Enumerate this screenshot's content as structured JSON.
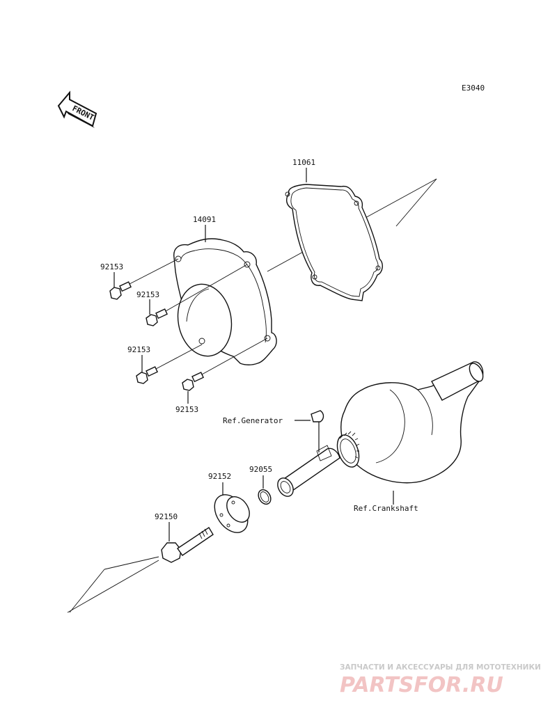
{
  "diagram": {
    "code": "E3040",
    "front_marker": "FRONT",
    "parts": {
      "gasket": "11061",
      "cover": "14091",
      "bolt_a": "92153",
      "bolt_b": "92153",
      "bolt_c": "92153",
      "bolt_d": "92153",
      "oring": "92055",
      "washer": "92152",
      "rotor_bolt": "92150"
    },
    "refs": {
      "generator": "Ref.Generator",
      "crankshaft": "Ref.Crankshaft"
    }
  },
  "watermark": {
    "tagline": "ЗАПЧАСТИ И АКСЕССУАРЫ ДЛЯ МОТОТЕХНИКИ",
    "brand": "PARTSFOR.RU"
  }
}
